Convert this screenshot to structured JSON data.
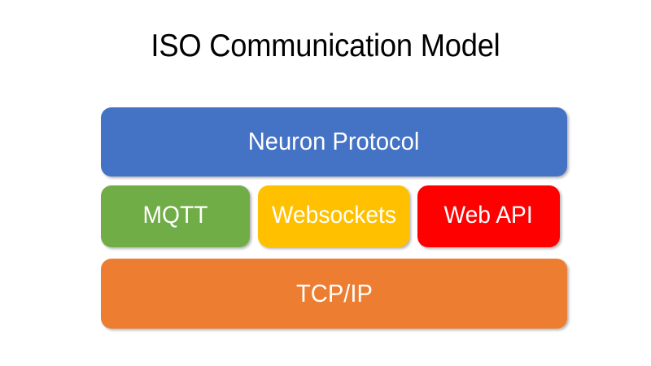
{
  "slide": {
    "title": "ISO Communication Model",
    "background_color": "#FFFFFF",
    "title_color": "#000000"
  },
  "diagram": {
    "type": "layered-stack",
    "rows": [
      {
        "row_index": 0,
        "boxes": [
          {
            "label": "Neuron Protocol",
            "fill_color": "#4472C4",
            "text_color": "#FFFFFF"
          }
        ]
      },
      {
        "row_index": 1,
        "boxes": [
          {
            "label": "MQTT",
            "fill_color": "#70AD47",
            "text_color": "#FFFFFF"
          },
          {
            "label": "Websockets",
            "fill_color": "#FFC000",
            "text_color": "#FFFFFF"
          },
          {
            "label": "Web API",
            "fill_color": "#FF0000",
            "text_color": "#FFFFFF"
          }
        ]
      },
      {
        "row_index": 2,
        "boxes": [
          {
            "label": "TCP/IP",
            "fill_color": "#ED7D31",
            "text_color": "#FFFFFF"
          }
        ]
      }
    ]
  }
}
